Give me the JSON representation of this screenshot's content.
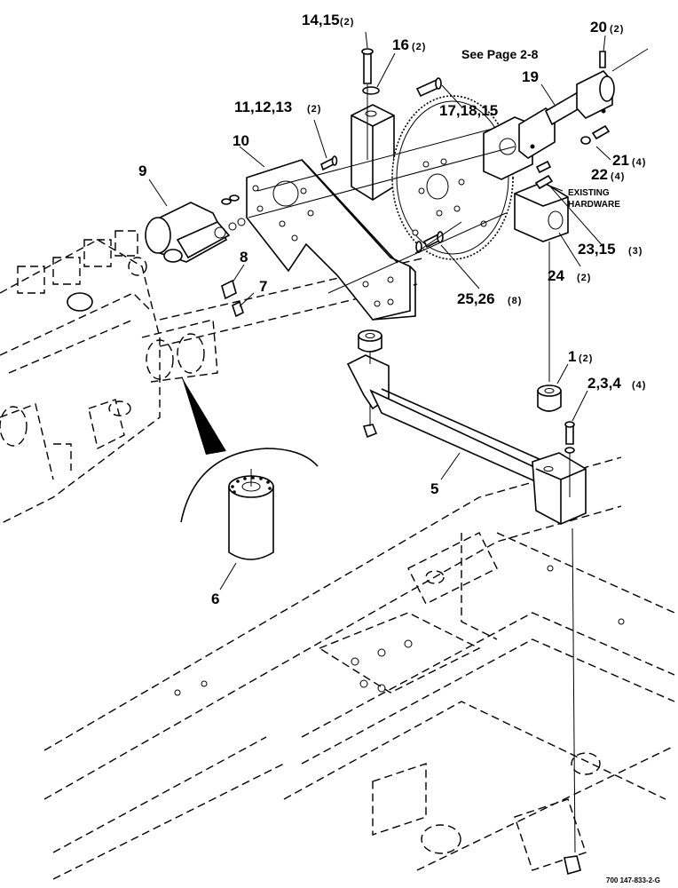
{
  "callouts": {
    "c1": {
      "label": "1",
      "qty": "(2)"
    },
    "c2": {
      "label": "2,3,4",
      "qty": "(4)"
    },
    "c5": {
      "label": "5"
    },
    "c6": {
      "label": "6"
    },
    "c7": {
      "label": "7"
    },
    "c8": {
      "label": "8"
    },
    "c9": {
      "label": "9"
    },
    "c10": {
      "label": "10"
    },
    "c11": {
      "label": "11,12,13",
      "qty": "(2)"
    },
    "c14": {
      "label": "14,15",
      "qty": "(2)"
    },
    "c16": {
      "label": "16",
      "qty": "(2)"
    },
    "c17": {
      "label": "17,18,15"
    },
    "c19": {
      "label": "19"
    },
    "c20": {
      "label": "20",
      "qty": "(2)"
    },
    "c21": {
      "label": "21",
      "qty": "(4)"
    },
    "c22": {
      "label": "22",
      "qty": "(4)"
    },
    "c23": {
      "label": "23,15",
      "qty": "(3)"
    },
    "c24": {
      "label": "24",
      "qty": "(2)"
    },
    "c25": {
      "label": "25,26",
      "qty": "(8)"
    }
  },
  "notes": {
    "see_page": "See Page 2-8",
    "existing_1": "EXISTING",
    "existing_2": "HARDWARE"
  },
  "figure_number": "700 147-833-2-G"
}
